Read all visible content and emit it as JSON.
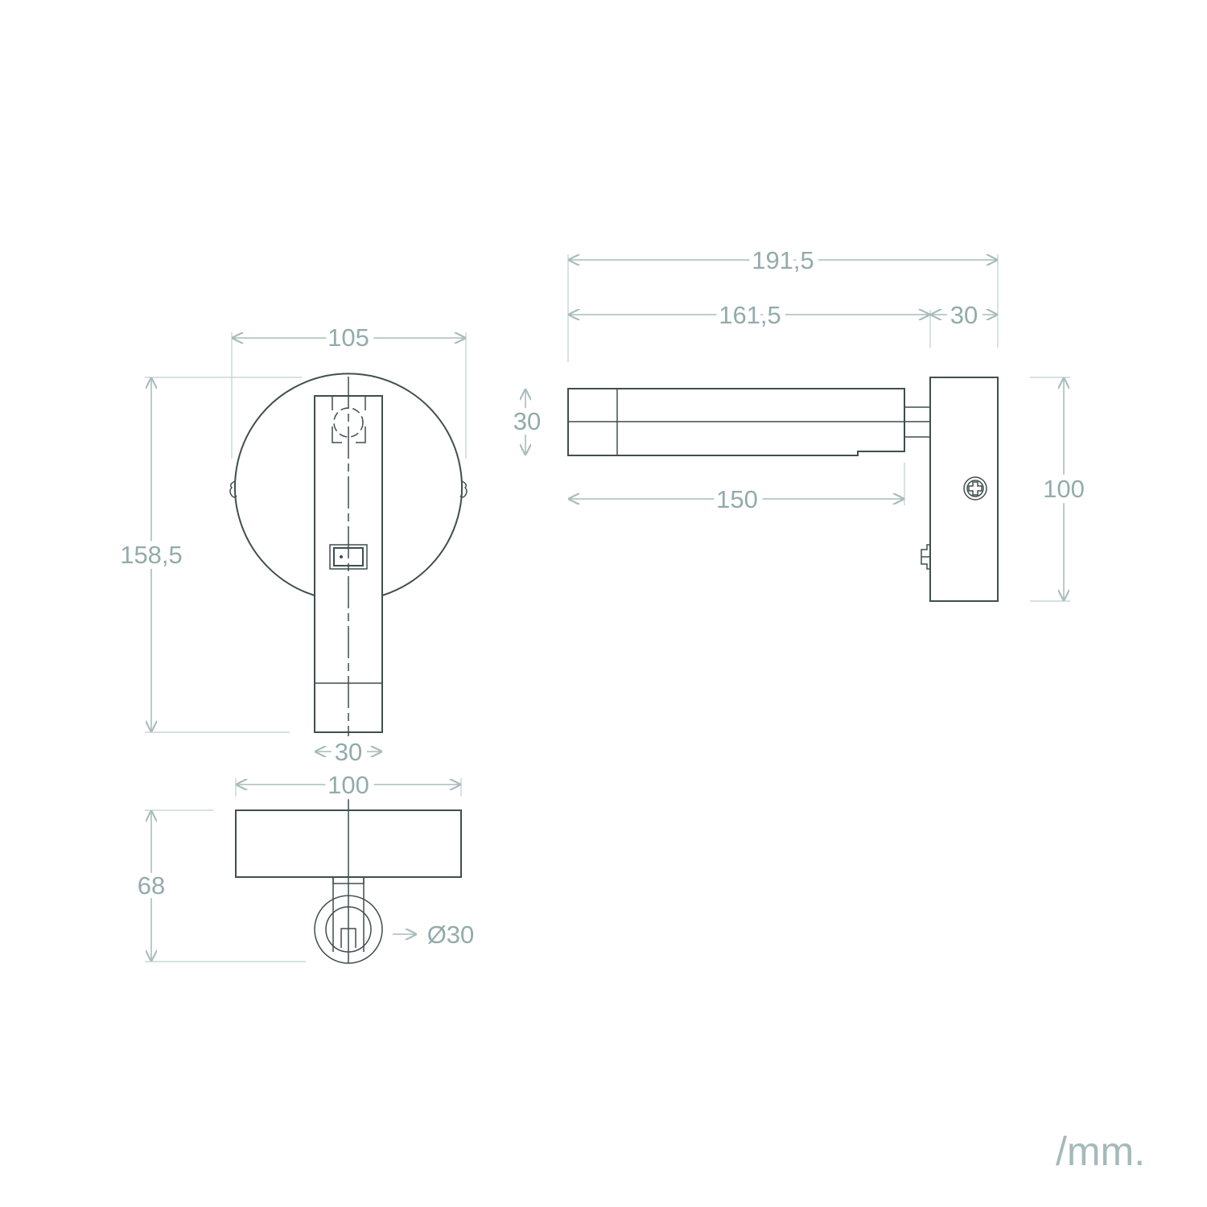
{
  "dimensions": {
    "front_width": "105",
    "front_height": "158,5",
    "front_arm_width": "30",
    "top_width": "100",
    "top_depth": "68",
    "head_diameter": "Ø30",
    "side_total_length": "191,5",
    "side_arm_length": "161,5",
    "side_base_depth": "30",
    "side_arm_height": "30",
    "side_head_length": "150",
    "side_base_height": "100"
  },
  "unit_label": "/mm.",
  "colors": {
    "line": "#3f4f4d",
    "dimension": "#93abab"
  }
}
